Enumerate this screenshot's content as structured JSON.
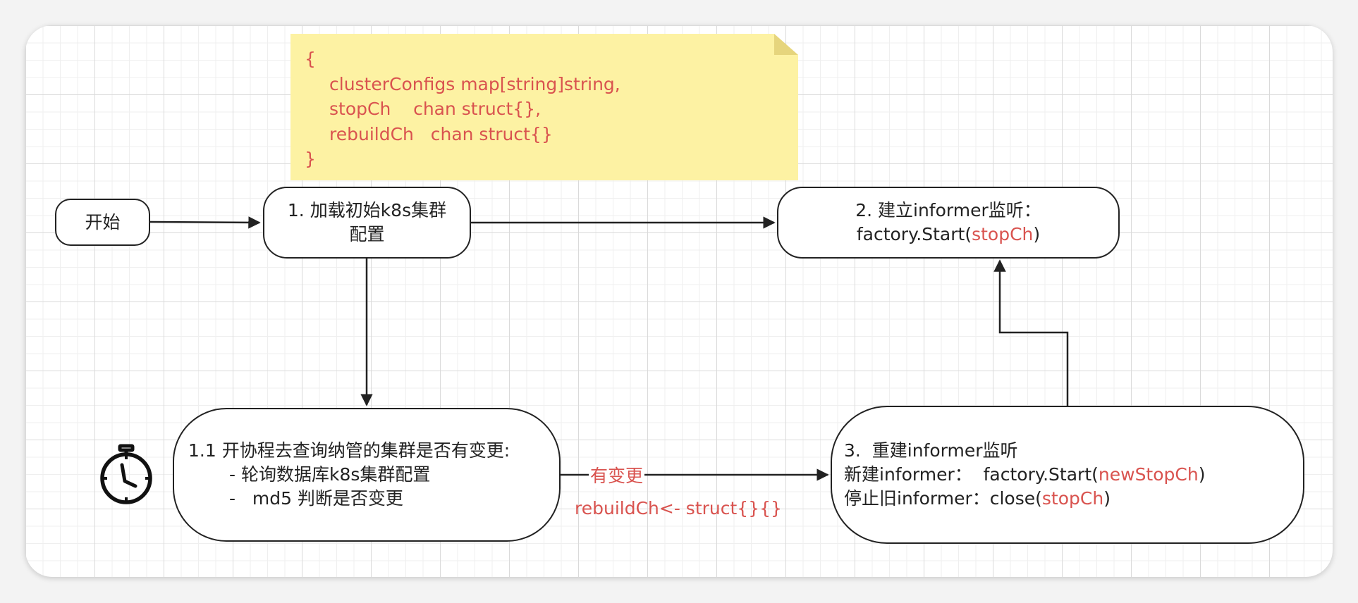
{
  "note": {
    "line1": "{",
    "line2": "clusterConfigs map[string]string,",
    "line3": "stopCh    chan struct{},",
    "line4": "rebuildCh   chan struct{}",
    "line5": "}"
  },
  "nodes": {
    "start": "开始",
    "load_config": {
      "line1": "1. 加载初始k8s集群",
      "line2": "配置"
    },
    "build_informer": {
      "line1": "2. 建立informer监听：",
      "line2_prefix": "factory.Start(",
      "line2_var": "stopCh",
      "line2_suffix": ")"
    },
    "poll_changes": {
      "line1": "1.1 开协程去查询纳管的集群是否有变更:",
      "line2": "- 轮询数据库k8s集群配置",
      "line3": "-   md5 判断是否变更"
    },
    "rebuild_informer": {
      "line1": "3.  重建informer监听",
      "line2_prefix": "新建informer：  factory.Start(",
      "line2_var": "newStopCh",
      "line2_suffix": ")",
      "line3_prefix": "停止旧informer：close(",
      "line3_var": "stopCh",
      "line3_suffix": ")"
    }
  },
  "edges": {
    "change_label": "有变更",
    "change_action": "rebuildCh<- struct{}{}"
  },
  "icons": {
    "timer": "stopwatch-icon"
  },
  "colors": {
    "accent_red": "#d9534f",
    "note_bg": "#fdf2a3",
    "stroke": "#222222"
  }
}
